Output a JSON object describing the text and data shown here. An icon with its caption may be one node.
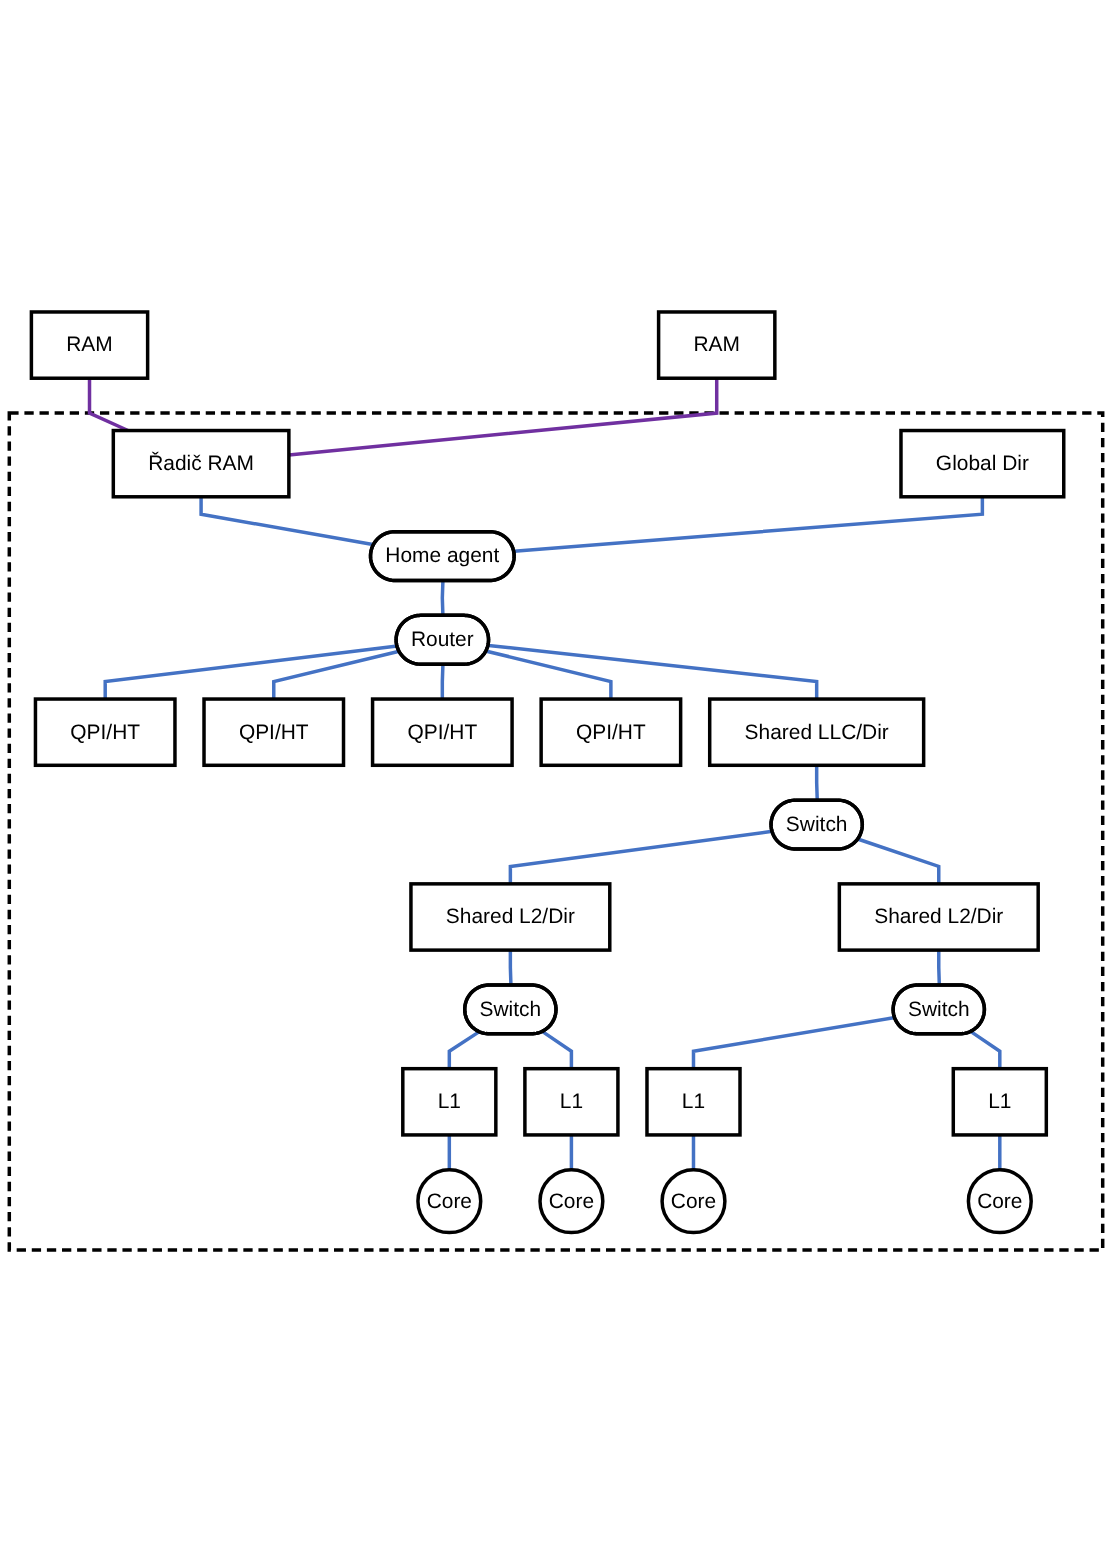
{
  "diagram": {
    "nodes": [
      {
        "text": [
          "RAM"
        ]
      },
      {
        "text": [
          "RAM"
        ]
      },
      {
        "text": [],
        "shape": "box"
      },
      {
        "text": [
          "Řadič RAM"
        ],
        "in": 2
      },
      {
        "text": [
          "QPI/HT"
        ],
        "in": 2
      },
      {
        "text": [
          "QPI/HT"
        ],
        "in": 2
      },
      {
        "text": [
          "QPI/HT"
        ],
        "in": 2
      },
      {
        "text": [
          "QPI/HT"
        ],
        "in": 2
      },
      {
        "text": [
          "Global Dir"
        ],
        "in": 2
      },
      {
        "text": [
          "Home agent"
        ],
        "in": 2
      },
      {
        "text": [
          "Router"
        ],
        "in": 2
      },
      {
        "text": [
          "Shared LLC/Dir"
        ],
        "in": 2
      },
      {
        "text": [
          "Switch"
        ],
        "in": 2
      },
      {
        "text": [
          "Shared L2/Dir"
        ],
        "in": 2
      },
      {
        "text": [
          "Shared L2/Dir"
        ],
        "in": 2
      },
      {
        "text": [
          "Switch"
        ],
        "in": 2
      },
      {
        "text": [
          "Switch"
        ],
        "in": 2
      },
      {
        "text": [
          "L1"
        ],
        "in": 2
      },
      {
        "text": [
          "L1"
        ],
        "in": 2
      },
      {
        "text": [
          "L1"
        ],
        "in": 2
      },
      {
        "text": [
          "L1"
        ],
        "in": 2
      },
      {
        "text": [
          "Core"
        ],
        "in": 2
      },
      {
        "text": [
          "Core"
        ],
        "in": 2
      },
      {
        "text": [
          "Core"
        ],
        "in": 2
      },
      {
        "text": [
          "Core"
        ],
        "in": 2
      }
    ],
    "edges": [
      {
        "from": 0,
        "to": 3,
        "arrow": "none",
        "color": "#7030a0"
      },
      {
        "from": 1,
        "to": 3,
        "arrow": "none",
        "color": "#7030a0"
      },
      {
        "from": 3,
        "to": 9,
        "arrow": "none"
      },
      {
        "from": 8,
        "to": 9,
        "arrow": "none"
      },
      {
        "from": 9,
        "to": 10,
        "arrow": "none"
      },
      {
        "from": 10,
        "to": 4,
        "arrow": "none"
      },
      {
        "from": 10,
        "to": 5,
        "arrow": "none"
      },
      {
        "from": 10,
        "to": 6,
        "arrow": "none"
      },
      {
        "from": 10,
        "to": 7,
        "arrow": "none"
      },
      {
        "from": 10,
        "to": 11,
        "arrow": "none"
      },
      {
        "from": 11,
        "to": 12,
        "arrow": "none"
      },
      {
        "from": 12,
        "to": 13,
        "arrow": "none"
      },
      {
        "from": 12,
        "to": 14,
        "arrow": "none"
      },
      {
        "from": 13,
        "to": 15,
        "arrow": "none"
      },
      {
        "from": 14,
        "to": 16,
        "arrow": "none"
      },
      {
        "from": 15,
        "to": 17,
        "arrow": "none"
      },
      {
        "from": 15,
        "to": 18,
        "arrow": "none"
      },
      {
        "from": 16,
        "to": 19,
        "arrow": "none"
      },
      {
        "from": 16,
        "to": 20,
        "arrow": "none"
      },
      {
        "from": 17,
        "to": 21,
        "arrow": "none"
      },
      {
        "from": 18,
        "to": 22,
        "arrow": "none"
      },
      {
        "from": 19,
        "to": 23,
        "arrow": "none"
      },
      {
        "from": 20,
        "to": 24,
        "arrow": "none"
      }
    ]
  }
}
